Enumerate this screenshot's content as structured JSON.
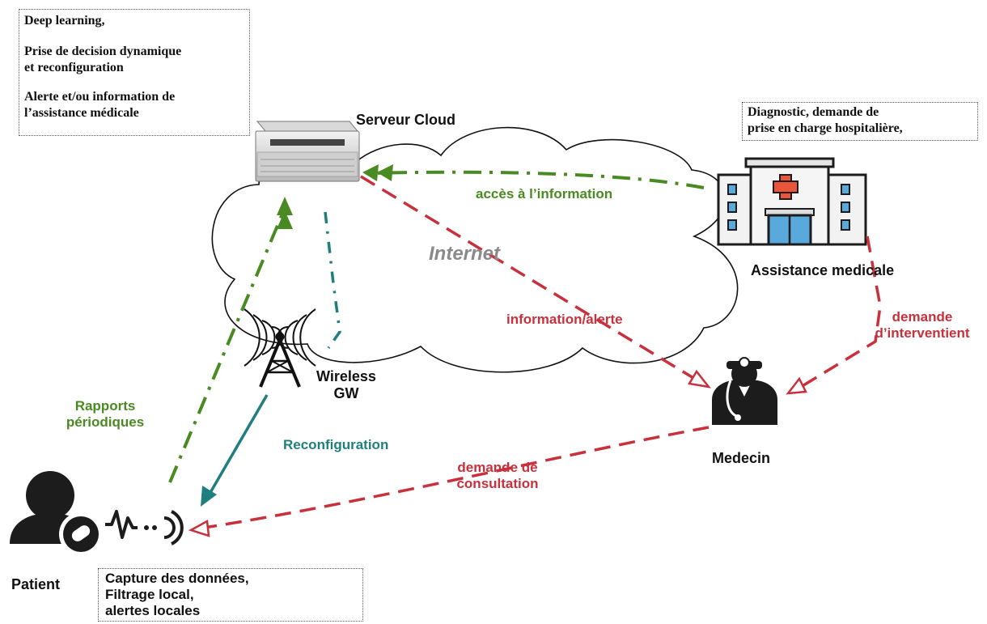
{
  "notes": {
    "cloud_tasks": {
      "line1": "Deep learning,",
      "line2a": "Prise de decision dynamique",
      "line2b": "et reconfiguration",
      "line3a": "Alerte et/ou information de",
      "line3b": "l’assistance médicale"
    },
    "hospital_tasks": {
      "line1": "Diagnostic, demande de",
      "line2": "prise en charge hospitalière,"
    },
    "patient_tasks": {
      "line1": "Capture des données,",
      "line2": "Filtrage local,",
      "line3": "alertes locales"
    }
  },
  "nodes": {
    "server": "Serveur Cloud",
    "internet": "Internet",
    "hospital": "Assistance medicale",
    "gateway_line1": "Wireless",
    "gateway_line2": "GW",
    "doctor": "Medecin",
    "patient": "Patient"
  },
  "edges": {
    "access_info": "accès à l’information",
    "info_alert": "information/alerte",
    "intervention_line1": "demande",
    "intervention_line2": "d’interventient",
    "periodic_line1": "Rapports",
    "periodic_line2": "périodiques",
    "reconfiguration": "Reconfiguration",
    "consultation_line1": "demande de",
    "consultation_line2": "consultation"
  },
  "colors": {
    "green": "#4a8a22",
    "red": "#c8303c",
    "teal": "#1f7f7e",
    "hospital_blue": "#5aa9dc",
    "cross": "#e8553a"
  }
}
